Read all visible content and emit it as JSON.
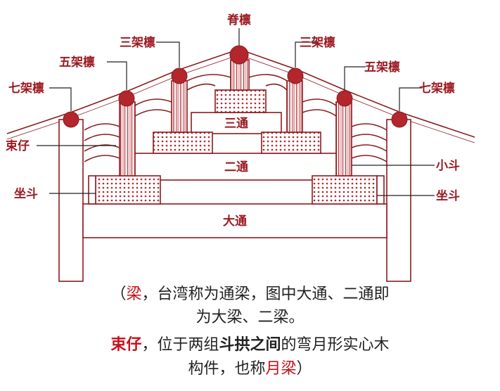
{
  "diagram": {
    "labels": {
      "ridge_purlin": "脊檩",
      "three_purlin_left": "三架檩",
      "three_purlin_right": "三架檩",
      "five_purlin_left": "五架檩",
      "five_purlin_right": "五架檩",
      "seven_purlin_left": "七架檩",
      "seven_purlin_right": "七架檩",
      "shuzai": "束仔",
      "zuodou_left": "坐斗",
      "zuodou_right": "坐斗",
      "xiaodou": "小斗",
      "santong": "三通",
      "ertong": "二通",
      "datong": "大通"
    },
    "colors": {
      "line": "#8a1c20",
      "fill": "#ffffff",
      "purlin": "#b3262b",
      "dot": "#b3262b"
    }
  },
  "caption": {
    "line1_open": "（",
    "line1_red": "梁",
    "line1_rest": "，台湾称为通梁，图中大通、二通即",
    "line2": "为大梁、二梁。",
    "line3_red": "束仔",
    "line3_rest_a": "，位于两组",
    "line3_bold": "斗拱之间",
    "line3_rest_b": "的弯月形实心木",
    "line4_a": "构件，也称",
    "line4_red": "月梁",
    "line4_close": "）"
  }
}
